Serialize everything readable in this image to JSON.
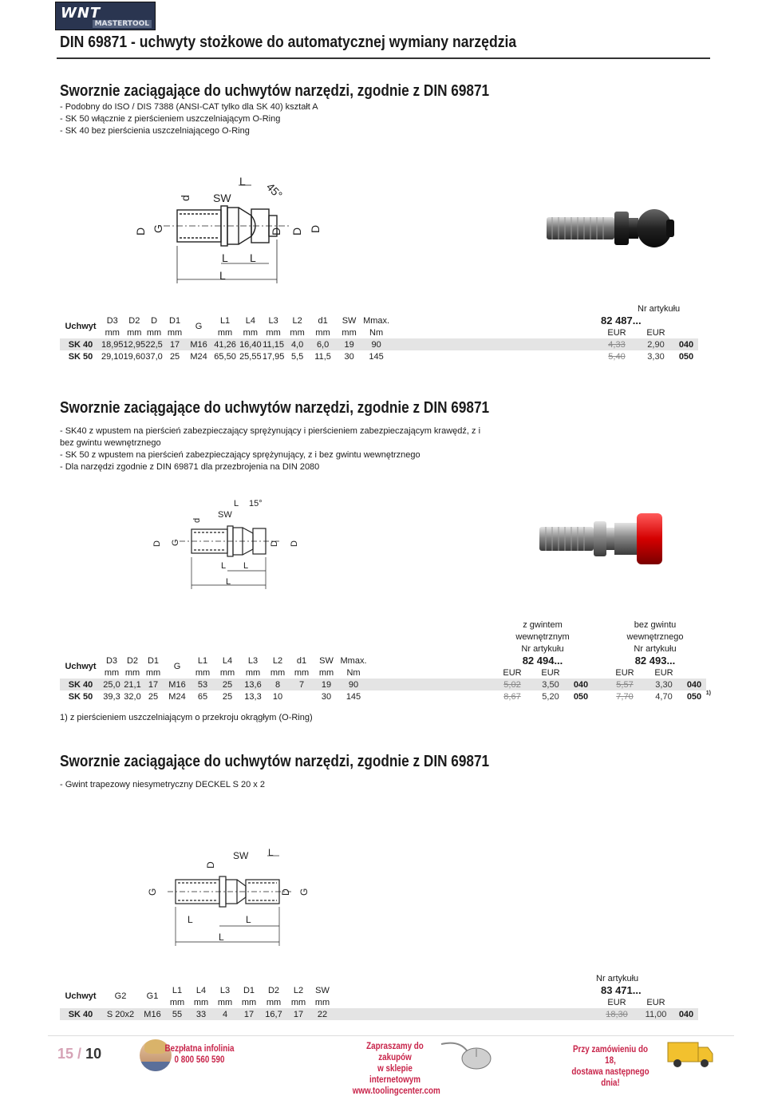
{
  "header": {
    "logo_text": "WNT",
    "logo_sub": "MASTERTOOL",
    "page_title": "DIN 69871 - uchwyty stożkowe do automatycznej wymiany narzędzia"
  },
  "section1": {
    "title": "Sworznie zaciągające do uchwytów narzędzi, zgodnie z DIN 69871",
    "bullets": [
      "-  Podobny do ISO / DIS 7388 (ANSI-CAT tylko dla SK 40) kształt A",
      "-  SK 50 włącznie z pierścieniem uszczelniającym O-Ring",
      "-  SK 40 bez pierścienia uszczelniającego O-Ring"
    ],
    "drawing_labels": {
      "d1": "d",
      "d1_sub": "1",
      "sw": "SW",
      "l3": "L",
      "l3_sub": "3",
      "angle": "45°",
      "D1": "D",
      "D1_sub": "1",
      "G": "G",
      "D2": "D",
      "D2_sub": "2",
      "D3": "D",
      "D3_sub": "3",
      "D": "D",
      "L2": "L",
      "L2_sub": "2",
      "L4": "L",
      "L4_sub": "4",
      "L1": "L",
      "L1_sub": "1"
    },
    "table": {
      "row_label": "Uchwyt",
      "headers": [
        "D3",
        "D2",
        "D",
        "D1",
        "G",
        "L1",
        "L4",
        "L3",
        "L2",
        "d1",
        "SW",
        "Mmax."
      ],
      "units": [
        "mm",
        "mm",
        "mm",
        "mm",
        "",
        "mm",
        "mm",
        "mm",
        "mm",
        "mm",
        "mm",
        "Nm"
      ],
      "article_label": "Nr artykułu",
      "article_number": "82 487...",
      "eur_old": "EUR",
      "eur_new": "EUR",
      "rows": [
        {
          "name": "SK 40",
          "cells": [
            "18,95",
            "12,95",
            "22,5",
            "17",
            "M16",
            "41,26",
            "16,40",
            "11,15",
            "4,0",
            "6,0",
            "19",
            "90"
          ],
          "old_price": "4,33",
          "new_price": "2,90",
          "code": "040"
        },
        {
          "name": "SK 50",
          "cells": [
            "29,10",
            "19,60",
            "37,0",
            "25",
            "M24",
            "65,50",
            "25,55",
            "17,95",
            "5,5",
            "11,5",
            "30",
            "145"
          ],
          "old_price": "5,40",
          "new_price": "3,30",
          "code": "050"
        }
      ]
    }
  },
  "section2": {
    "title": "Sworznie zaciągające do uchwytów narzędzi, zgodnie z DIN 69871",
    "bullets": [
      "-  SK40 z wpustem na pierścień zabezpieczający sprężynujący i pierścieniem zabezpieczającym krawędź, z i",
      "   bez gwintu wewnętrznego",
      "-  SK 50 z wpustem na pierścień zabezpieczający sprężynujący, z i bez gwintu wewnętrznego",
      "-  Dla narzędzi zgodnie z DIN 69871 dla przezbrojenia na DIN 2080"
    ],
    "drawing_labels": {
      "d1": "d",
      "sw": "SW",
      "l3": "L",
      "angle": "15°",
      "D1": "D",
      "G": "G",
      "D2": "D",
      "D3": "D",
      "L2": "L",
      "L4": "L",
      "L1": "L"
    },
    "table": {
      "row_label": "Uchwyt",
      "headers": [
        "D3",
        "D2",
        "D1",
        "G",
        "L1",
        "L4",
        "L3",
        "L2",
        "d1",
        "SW",
        "Mmax."
      ],
      "units": [
        "mm",
        "mm",
        "mm",
        "",
        "mm",
        "mm",
        "mm",
        "mm",
        "mm",
        "mm",
        "Nm"
      ],
      "col_a_title1": "z gwintem",
      "col_a_title2": "wewnętrznym",
      "col_b_title1": "bez gwintu",
      "col_b_title2": "wewnętrznego",
      "article_label": "Nr artykułu",
      "article_a": "82 494...",
      "article_b": "82 493...",
      "eur": "EUR",
      "rows": [
        {
          "name": "SK 40",
          "cells": [
            "25,0",
            "21,1",
            "17",
            "M16",
            "53",
            "25",
            "13,6",
            "8",
            "7",
            "19",
            "90"
          ],
          "a_old": "5,02",
          "a_new": "3,50",
          "a_code": "040",
          "b_old": "5,57",
          "b_new": "3,30",
          "b_code": "040",
          "note": ""
        },
        {
          "name": "SK 50",
          "cells": [
            "39,3",
            "32,0",
            "25",
            "M24",
            "65",
            "25",
            "13,3",
            "10",
            "",
            "30",
            "145"
          ],
          "a_old": "8,67",
          "a_new": "5,20",
          "a_code": "050",
          "b_old": "7,70",
          "b_new": "4,70",
          "b_code": "050",
          "note": "1)"
        }
      ],
      "footnote": "1) z pierścieniem uszczelniającym o przekroju okrągłym (O-Ring)"
    }
  },
  "section3": {
    "title": "Sworznie zaciągające do uchwytów narzędzi, zgodnie z DIN 69871",
    "bullets": [
      "-  Gwint trapezowy niesymetryczny DECKEL S 20 x 2"
    ],
    "drawing_labels": {
      "D1": "D",
      "sw": "SW",
      "l3": "L",
      "G1": "G",
      "D2": "D",
      "G2": "G",
      "L2": "L",
      "L4": "L",
      "L1": "L"
    },
    "table": {
      "row_label": "Uchwyt",
      "headers": [
        "G2",
        "G1",
        "L1",
        "L4",
        "L3",
        "D1",
        "D2",
        "L2",
        "SW"
      ],
      "units": [
        "",
        "",
        "mm",
        "mm",
        "mm",
        "mm",
        "mm",
        "mm",
        "mm"
      ],
      "article_label": "Nr artykułu",
      "article_number": "83 471...",
      "eur": "EUR",
      "rows": [
        {
          "name": "SK 40",
          "cells": [
            "S 20x2",
            "M16",
            "55",
            "33",
            "4",
            "17",
            "16,7",
            "17",
            "22"
          ],
          "old_price": "18,30",
          "new_price": "11,00",
          "code": "040"
        }
      ]
    }
  },
  "footer": {
    "page_a": "15",
    "page_sep": "/",
    "page_b": "10",
    "infoline_1": "Bezpłatna infolinia",
    "infoline_2": "0 800 560 590",
    "shop_1": "Zapraszamy do zakupów",
    "shop_2": "w sklepie internetowym",
    "shop_3": "www.toolingcenter.com",
    "delivery_1": "Przy zamówieniu do 18,",
    "delivery_2": "dostawa następnego dnia!"
  }
}
